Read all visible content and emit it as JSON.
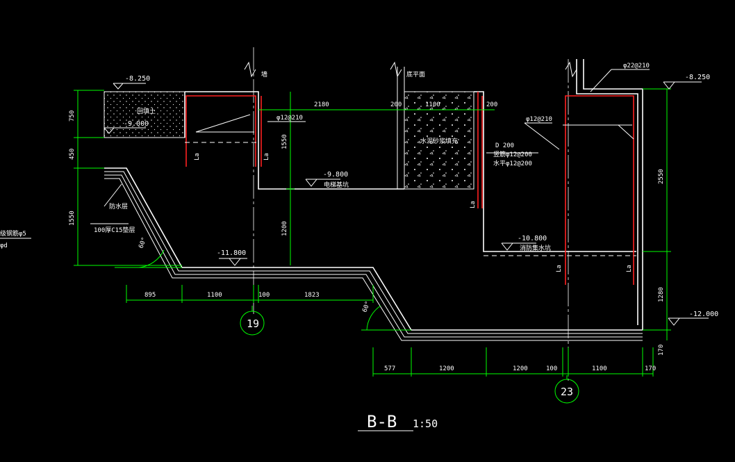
{
  "title": {
    "section": "B-B",
    "scale": "1:50"
  },
  "axes": {
    "left": "19",
    "right": "23"
  },
  "elevations": {
    "top_left": "-8.250",
    "top_right": "-8.250",
    "backfill": "-9.000",
    "pit_left": "-9.800",
    "pit_bottom": "-11.800",
    "sump": "-10.800",
    "bottom_right": "-12.000"
  },
  "labels": {
    "backfill": "回填土",
    "wall_left": "墙",
    "wall_mid": "底平面",
    "pit_left": "电梯基坑",
    "concrete": "水泥砂浆填充",
    "sump": "消防集水坑",
    "waterproof": "防水层",
    "cushion": "100厚C15垫层",
    "partial_left_1": "级钢筋φ5",
    "partial_left_2": "φd",
    "rebar_1": "φ12@210",
    "rebar_2": "φ12@210",
    "rebar_3": "φ22@210",
    "rebar_4a": "D 200",
    "rebar_4b": "竖筋φ12@200",
    "rebar_4c": "水平φ12@200",
    "la": "La",
    "angle": "60°"
  },
  "dims": {
    "left_v1": "750",
    "left_v2": "450",
    "left_v3": "1550",
    "mid_v1": "1550",
    "mid_v2": "1200",
    "top_h1": "2180",
    "top_h2": "200",
    "top_h3": "1100",
    "top_h4": "200",
    "right_v1": "2550",
    "right_v2": "1280",
    "right_v3": "170",
    "bot1_a": "895",
    "bot1_b": "1100",
    "bot1_c": "100",
    "bot1_d": "1823",
    "bot2_a": "577",
    "bot2_b": "1200",
    "bot2_c": "1200",
    "bot2_d": "100",
    "bot2_e": "1100",
    "bot2_f": "170"
  }
}
